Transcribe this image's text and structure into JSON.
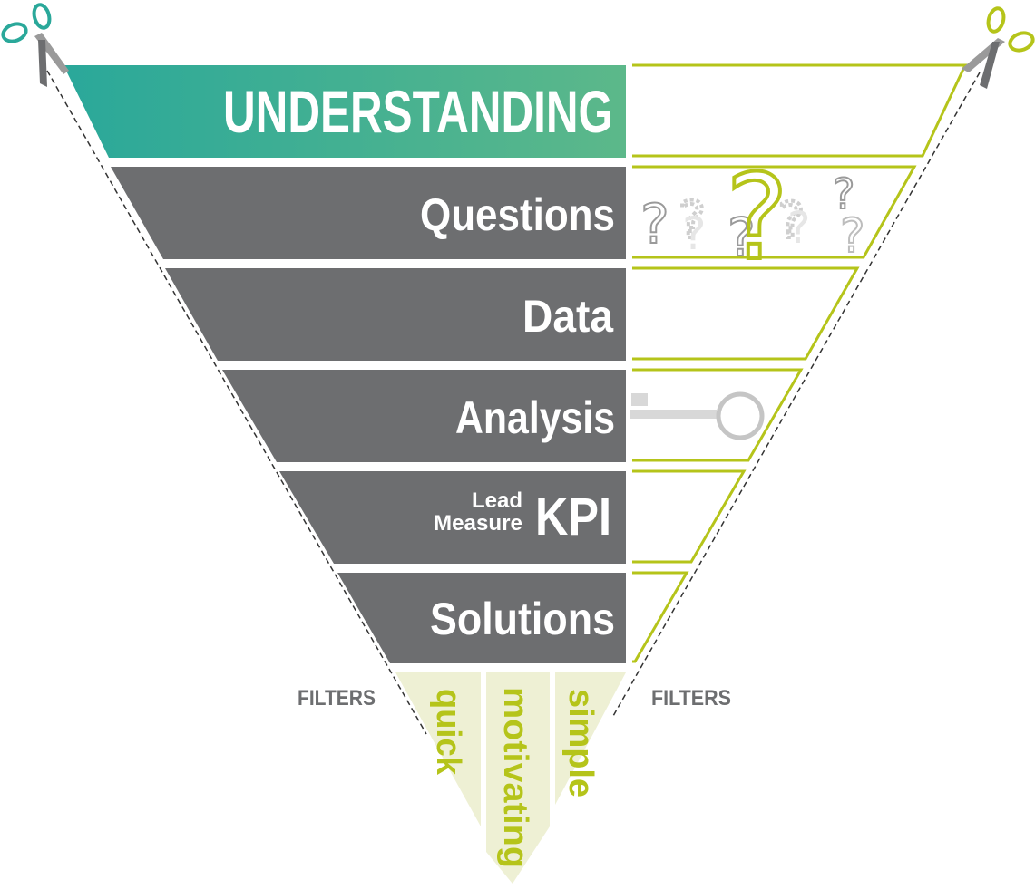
{
  "funnel": {
    "bands": [
      {
        "label": "UNDERSTANDING"
      },
      {
        "label": "Questions"
      },
      {
        "label": "Data"
      },
      {
        "label": "Analysis"
      },
      {
        "label": "KPI",
        "sub_label_top": "Lead",
        "sub_label_bottom": "Measure"
      },
      {
        "label": "Solutions"
      }
    ],
    "filters_left": "FILTERS",
    "filters_right": "FILTERS",
    "filter_words": [
      "quick",
      "motivating",
      "simple"
    ]
  },
  "colors": {
    "band_gray": "#6d6e70",
    "teal_start": "#2aa89a",
    "teal_end": "#5cb88a",
    "lime": "#b5c41a",
    "filter_fill": "#eef0d4",
    "icon_gray": "#b9b9b9"
  },
  "icons": [
    "scissors-icon-left",
    "scissors-icon-right",
    "question-marks-icon",
    "key-icon"
  ]
}
